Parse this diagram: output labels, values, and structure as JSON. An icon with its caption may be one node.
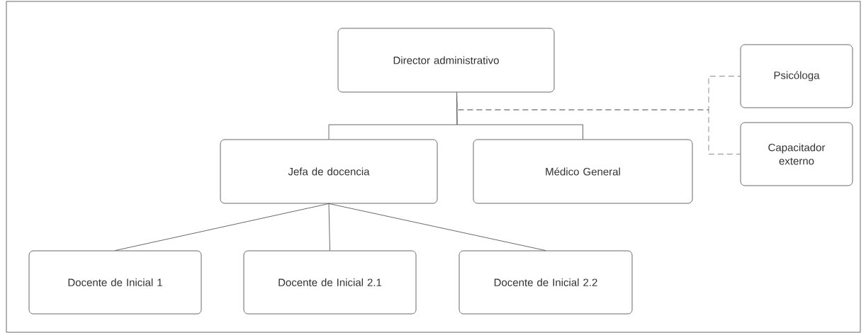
{
  "diagram": {
    "nodes": [
      {
        "text": [
          "Director administrativo"
        ]
      },
      {
        "text": [
          "Psicóloga"
        ]
      },
      {
        "text": [
          "Capacitador externo"
        ]
      },
      {
        "text": [
          "Jefa de docencia"
        ]
      },
      {
        "text": [
          "Médico General"
        ]
      },
      {
        "text": [
          "Docente de Inicial 1"
        ]
      },
      {
        "text": [
          "Docente de Inicial 2.1"
        ]
      },
      {
        "text": [
          "Docente de Inicial 2.2"
        ]
      }
    ],
    "edges": [
      {
        "from": 0,
        "to": 3,
        "arrow": "none"
      },
      {
        "from": 0,
        "to": 4,
        "arrow": "none"
      },
      {
        "from": 0,
        "to": 1,
        "arrow": "none",
        "style": "dashed",
        "color": "#707070"
      },
      {
        "from": 0,
        "to": 2,
        "arrow": "none",
        "style": "dashed",
        "color": "#707070"
      },
      {
        "from": 3,
        "to": 5,
        "arrow": "none"
      },
      {
        "from": 3,
        "to": 6,
        "arrow": "none"
      },
      {
        "from": 3,
        "to": 7,
        "arrow": "none"
      }
    ]
  }
}
